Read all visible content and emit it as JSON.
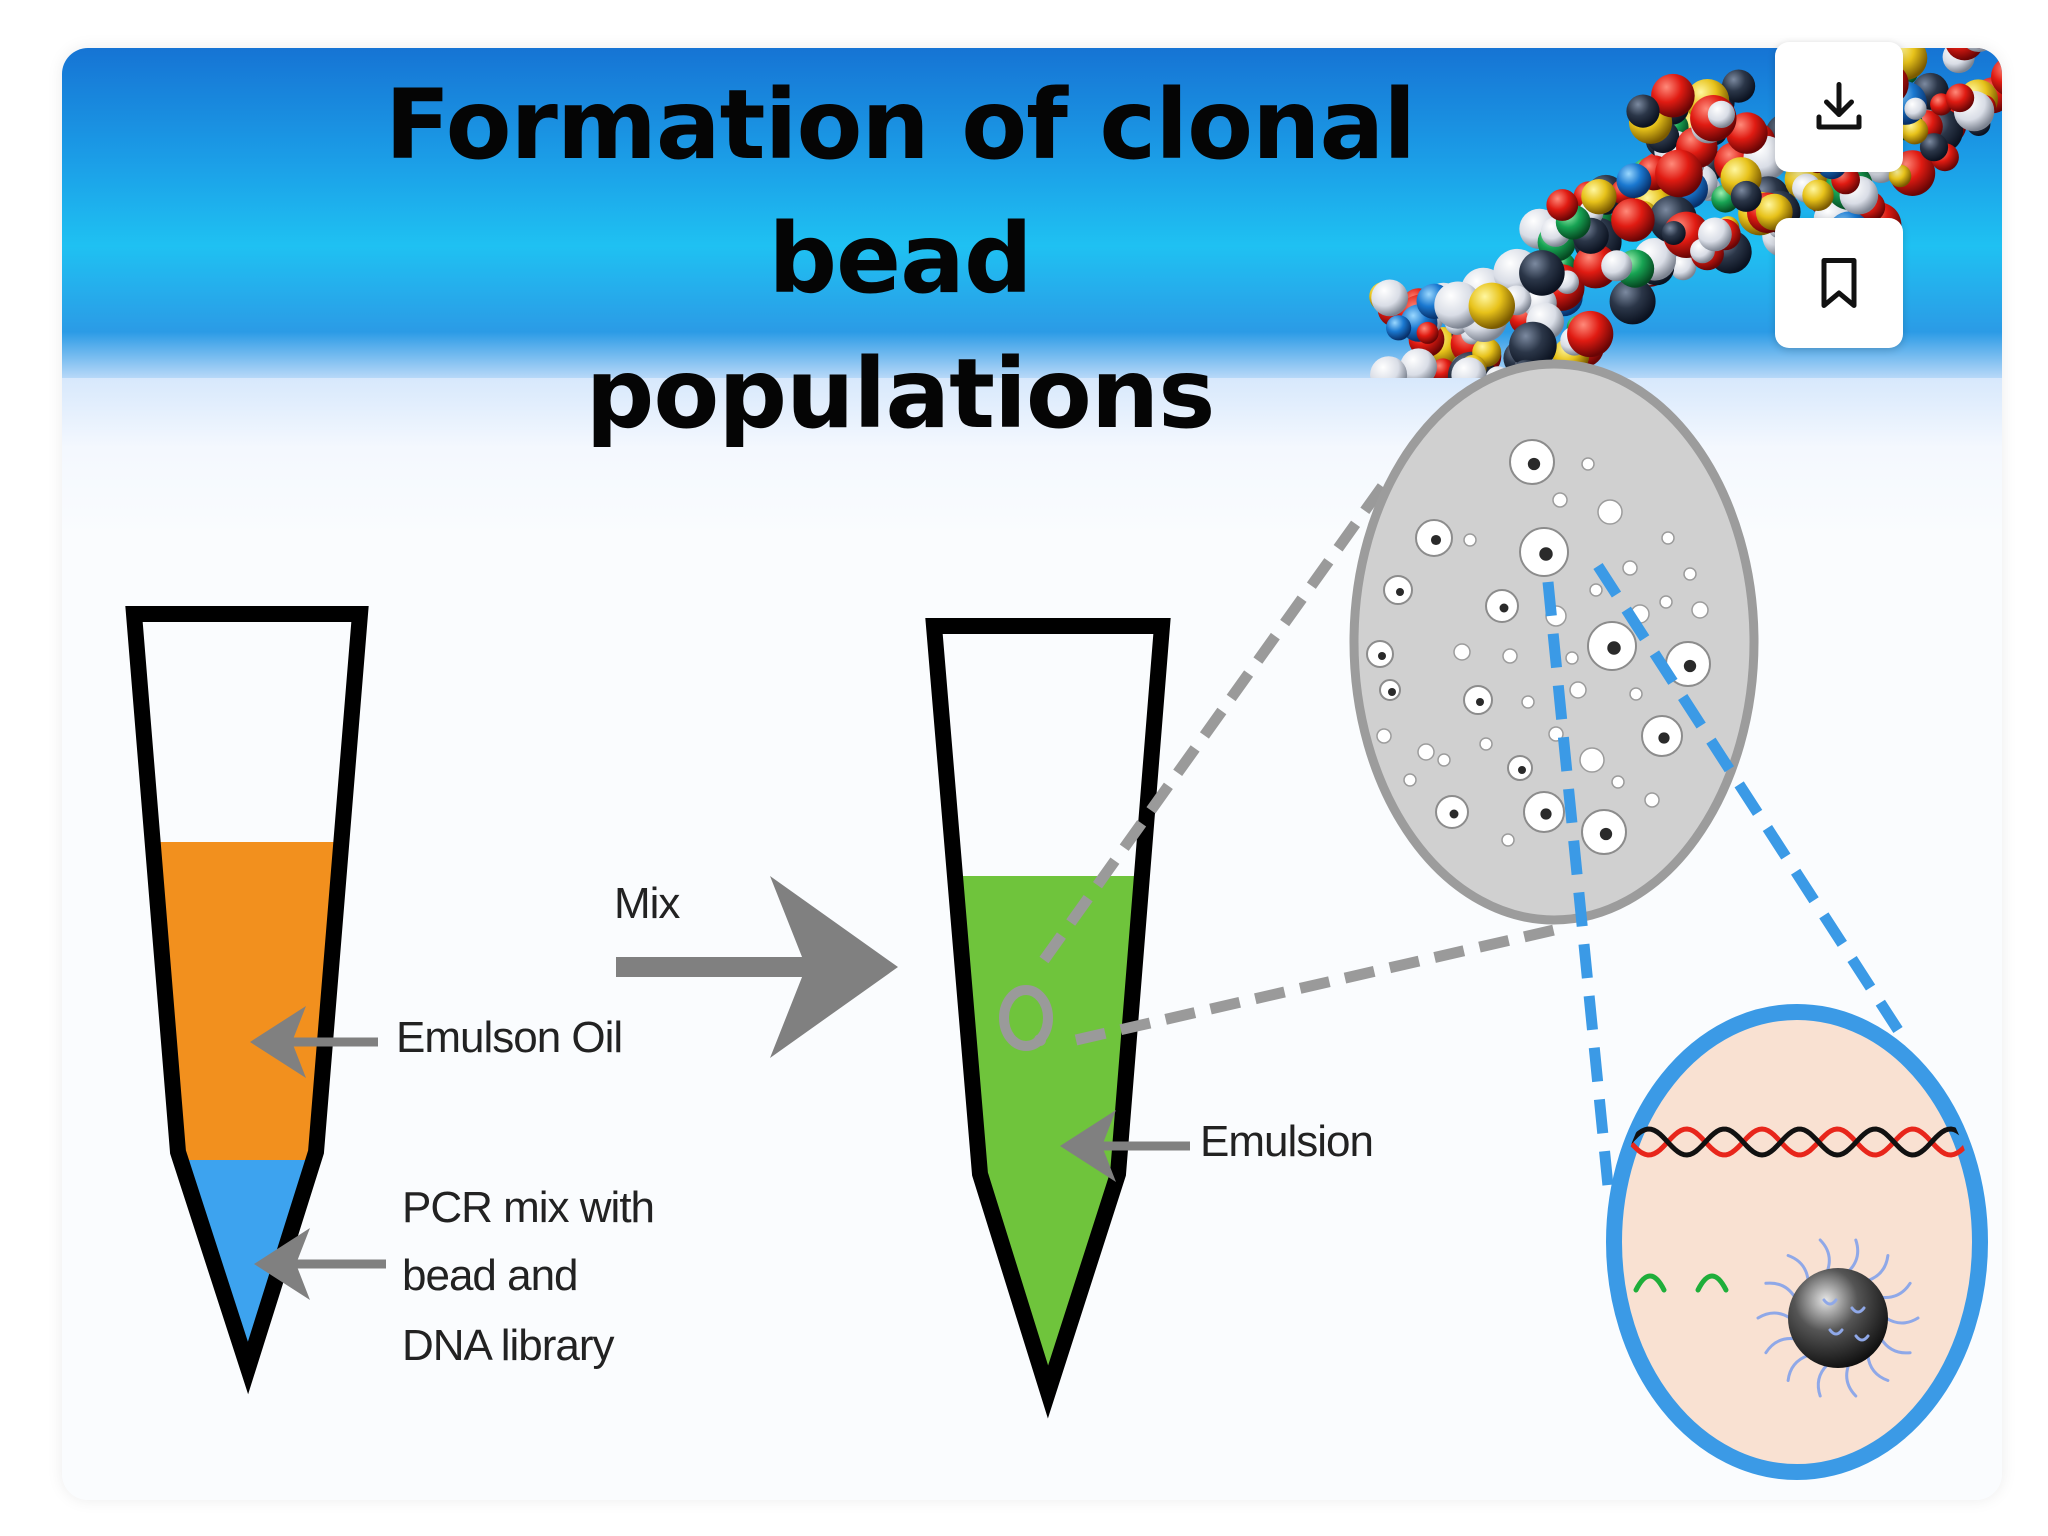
{
  "title": {
    "line1": "Formation of clonal bead",
    "line2": "populations"
  },
  "toolbar": {
    "download_icon": "download-icon",
    "bookmark_icon": "bookmark-icon"
  },
  "labels": {
    "mix": "Mix",
    "emulsion_oil": "Emulson Oil",
    "pcr_line1": "PCR mix with",
    "pcr_line2": "bead and",
    "pcr_line3": "DNA library",
    "emulsion": "Emulsion"
  },
  "colors": {
    "oil": "#f2901e",
    "pcr_mix": "#3da3ef",
    "emulsion": "#6fc43c",
    "arrow": "#808080",
    "zoom_dash": "#3b9ae6",
    "droplet_view": "#d0d0d0",
    "bead_view_fill": "#f9e1d2"
  }
}
